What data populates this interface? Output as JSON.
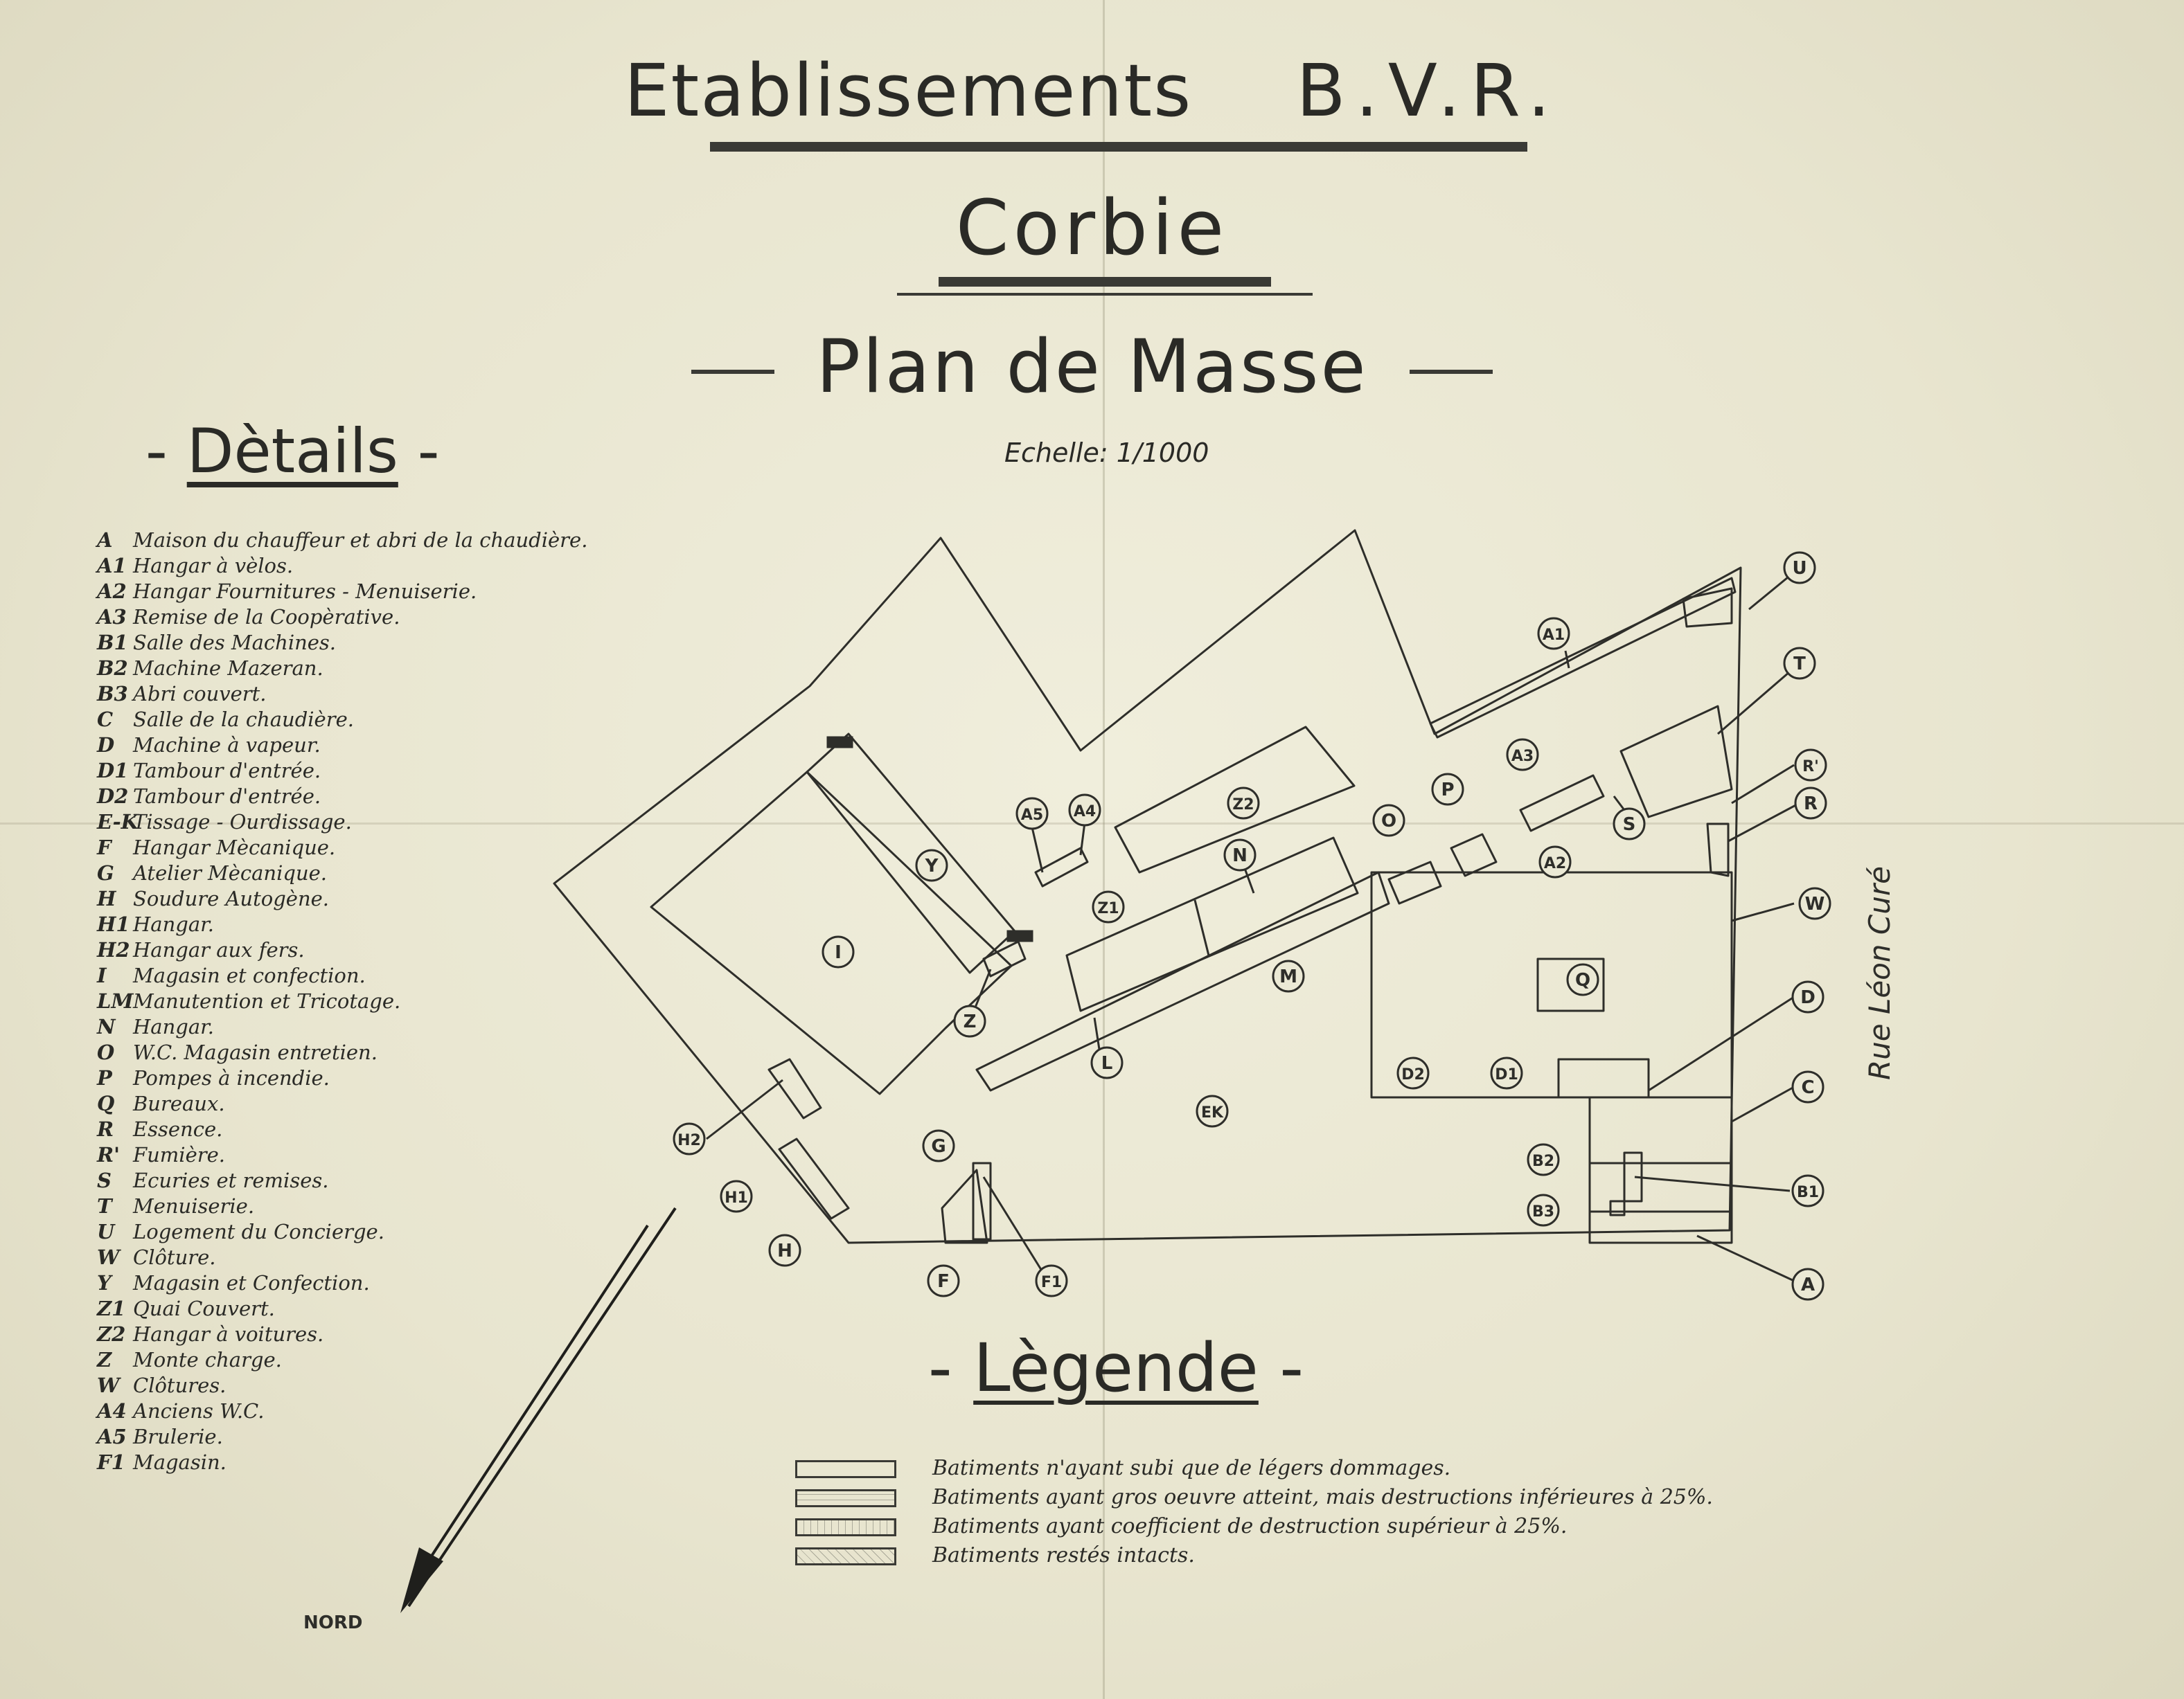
{
  "title": {
    "line1_lead": "Etablissements",
    "line1_emph": "B.V.R.",
    "line2": "Corbie",
    "line3": "Plan de Masse",
    "scale_label": "Echelle:",
    "scale_value": "1/1000"
  },
  "details": {
    "heading": "Dètails",
    "items": [
      {
        "code": "A",
        "label": "Maison du chauffeur et abri de la chaudière."
      },
      {
        "code": "A1",
        "label": "Hangar à vèlos."
      },
      {
        "code": "A2",
        "label": "Hangar Fournitures - Menuiserie."
      },
      {
        "code": "A3",
        "label": "Remise de la Coopèrative."
      },
      {
        "code": "B1",
        "label": "Salle des Machines."
      },
      {
        "code": "B2",
        "label": "Machine Mazeran."
      },
      {
        "code": "B3",
        "label": "Abri couvert."
      },
      {
        "code": "C",
        "label": "Salle de la chaudière."
      },
      {
        "code": "D",
        "label": "Machine à vapeur."
      },
      {
        "code": "D1",
        "label": "Tambour d'entrée."
      },
      {
        "code": "D2",
        "label": "Tambour d'entrée."
      },
      {
        "code": "E-K",
        "label": "Tissage - Ourdissage."
      },
      {
        "code": "F",
        "label": "Hangar Mècanique."
      },
      {
        "code": "G",
        "label": "Atelier Mècanique."
      },
      {
        "code": "H",
        "label": "Soudure Autogène."
      },
      {
        "code": "H1",
        "label": "Hangar."
      },
      {
        "code": "H2",
        "label": "Hangar aux fers."
      },
      {
        "code": "I",
        "label": "Magasin et confection."
      },
      {
        "code": "LM",
        "label": "Manutention et Tricotage."
      },
      {
        "code": "N",
        "label": "Hangar."
      },
      {
        "code": "O",
        "label": "W.C. Magasin entretien."
      },
      {
        "code": "P",
        "label": "Pompes à incendie."
      },
      {
        "code": "Q",
        "label": "Bureaux."
      },
      {
        "code": "R",
        "label": "Essence."
      },
      {
        "code": "R'",
        "label": "Fumière."
      },
      {
        "code": "S",
        "label": "Ecuries et remises."
      },
      {
        "code": "T",
        "label": "Menuiserie."
      },
      {
        "code": "U",
        "label": "Logement du Concierge."
      },
      {
        "code": "W",
        "label": "Clôture."
      },
      {
        "code": "Y",
        "label": "Magasin et Confection."
      },
      {
        "code": "Z1",
        "label": "Quai Couvert."
      },
      {
        "code": "Z2",
        "label": "Hangar à voitures."
      },
      {
        "code": "Z",
        "label": "Monte charge."
      },
      {
        "code": "W",
        "label": "Clôtures."
      },
      {
        "code": "A4",
        "label": "Anciens W.C."
      },
      {
        "code": "A5",
        "label": "Brulerie."
      },
      {
        "code": "F1",
        "label": "Magasin."
      }
    ]
  },
  "map": {
    "street_label": "Rue Léon Curé",
    "north_label": "NORD",
    "callouts": {
      "U": "U",
      "A1": "A1",
      "T": "T",
      "A3": "A3",
      "S": "S",
      "R1": "R'",
      "R": "R",
      "Z2": "Z2",
      "A5": "A5",
      "A4": "A4",
      "P": "P",
      "O": "O",
      "N": "N",
      "A2": "A2",
      "Y": "Y",
      "Z1": "Z1",
      "W": "W",
      "I": "I",
      "M": "M",
      "Q": "Q",
      "Z": "Z",
      "D": "D",
      "L": "L",
      "D2": "D2",
      "D1": "D1",
      "C": "C",
      "EK": "EK",
      "H2": "H2",
      "G": "G",
      "B2": "B2",
      "B1": "B1",
      "H1": "H1",
      "B3": "B3",
      "H": "H",
      "F": "F",
      "F1": "F1",
      "A": "A"
    }
  },
  "legend": {
    "heading": "Lègende",
    "items": [
      "Batiments n'ayant subi que de légers dommages.",
      "Batiments ayant gros oeuvre atteint, mais destructions inférieures à 25%.",
      "Batiments ayant coefficient de destruction supérieur à 25%.",
      "Batiments restés intacts."
    ]
  },
  "colors": {
    "paper": "#ebe9d5",
    "ink": "#2a2a26"
  }
}
